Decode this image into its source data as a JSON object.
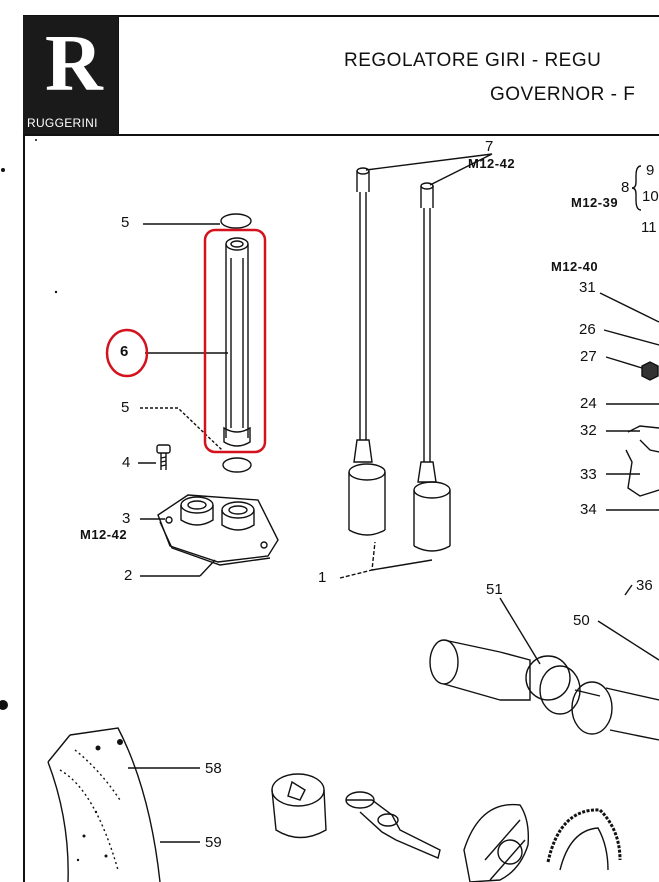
{
  "brand": {
    "logo_letter": "R",
    "logo_text": "RUGGERINI"
  },
  "header": {
    "title_line1": "REGOLATORE GIRI - REGU",
    "title_line2": "GOVERNOR - F"
  },
  "callouts": {
    "p1": "1",
    "p2": "2",
    "p3": "3",
    "p4": "4",
    "p5_top": "5",
    "p5_bottom": "5",
    "p6": "6",
    "p7": "7",
    "p8": "8",
    "p9": "9",
    "p10": "10",
    "p11": "11",
    "p24": "24",
    "p26": "26",
    "p27": "27",
    "p31": "31",
    "p32": "32",
    "p33": "33",
    "p34": "34",
    "p36": "36",
    "p50": "50",
    "p51": "51",
    "p58": "58",
    "p59": "59"
  },
  "references": {
    "ref_m12_42_top": "M12-42",
    "ref_m12_42_cover": "M12-42",
    "ref_m12_39": "M12-39",
    "ref_m12_40": "M12-40"
  },
  "highlight": {
    "color": "#d4121e",
    "highlighted_part": "6"
  }
}
